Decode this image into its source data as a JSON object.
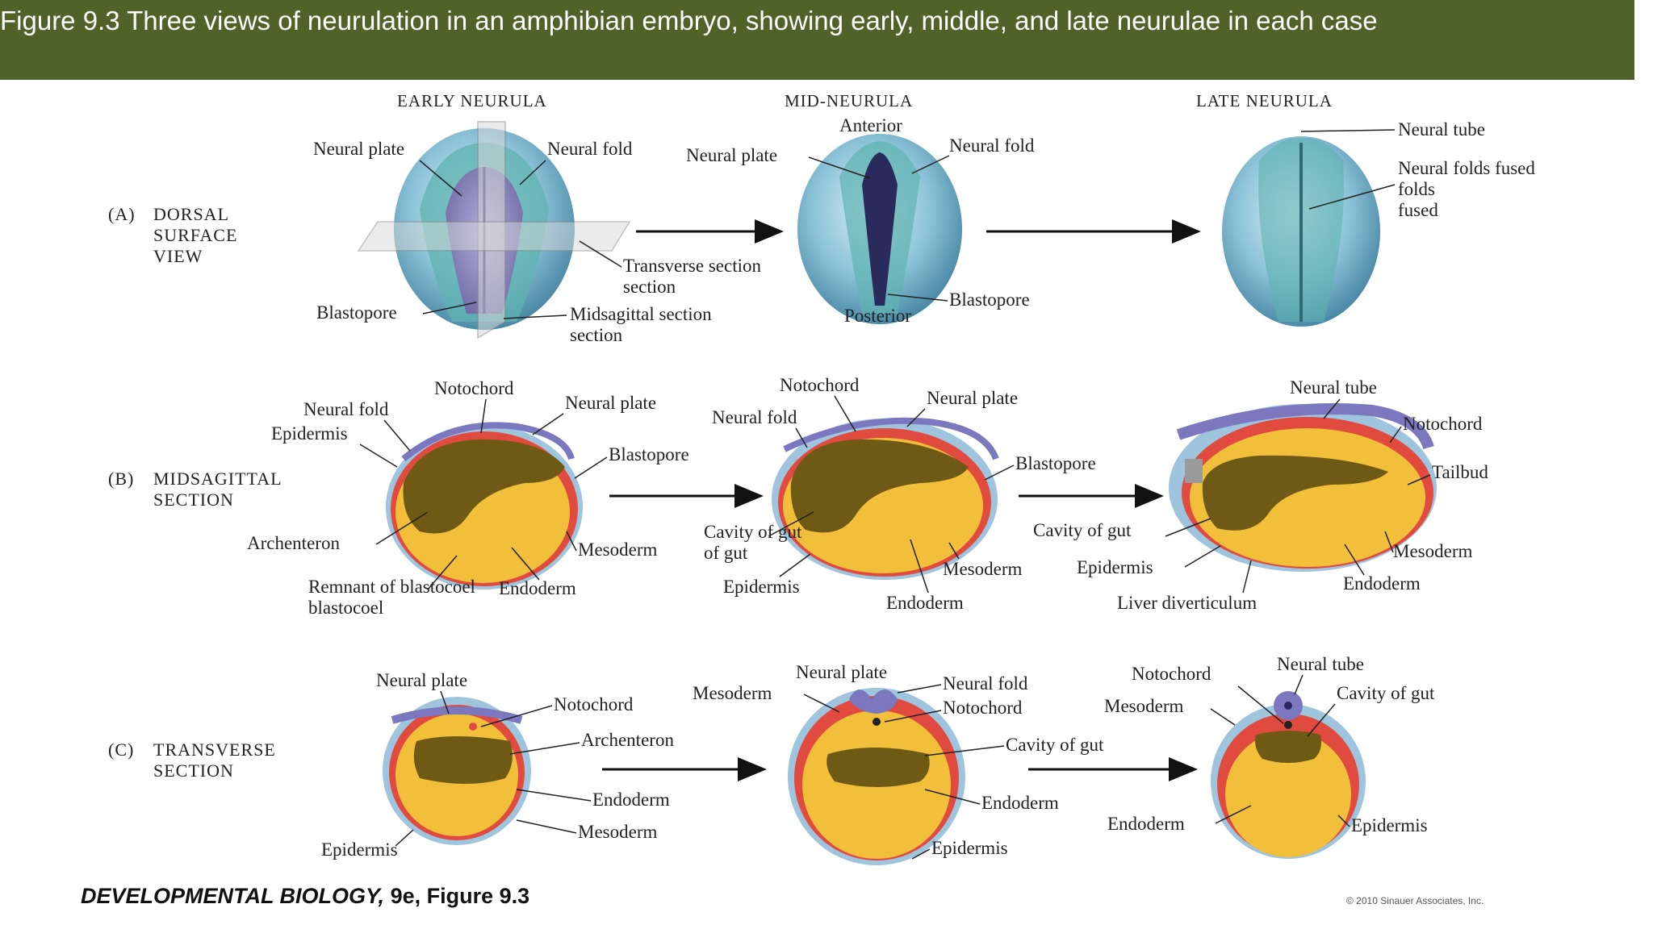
{
  "header": {
    "title": "Figure 9.3 Three views of neurulation in an amphibian embryo, showing early, middle, and late neurulae in each case"
  },
  "columns": [
    "EARLY NEURULA",
    "MID-NEURULA",
    "LATE NEURULA"
  ],
  "rows": {
    "a": {
      "letter": "(A)",
      "line1": "DORSAL",
      "line2": "SURFACE",
      "line3": "VIEW"
    },
    "b": {
      "letter": "(B)",
      "line1": "MIDSAGITTAL",
      "line2": "SECTION"
    },
    "c": {
      "letter": "(C)",
      "line1": "TRANSVERSE",
      "line2": "SECTION"
    }
  },
  "labels": {
    "neural_plate": "Neural plate",
    "neural_fold": "Neural fold",
    "transverse_section": "Transverse section",
    "blastopore": "Blastopore",
    "midsagittal_section": "Midsagittal section",
    "anterior": "Anterior",
    "posterior": "Posterior",
    "neural_tube": "Neural tube",
    "neural_folds_fused": "Neural folds fused",
    "notochord": "Notochord",
    "epidermis": "Epidermis",
    "archenteron": "Archenteron",
    "remnant_of_blastocoel": "Remnant of blastocoel",
    "endoderm": "Endoderm",
    "mesoderm": "Mesoderm",
    "cavity_of_gut": "Cavity of gut",
    "liver_diverticulum": "Liver diverticulum",
    "tailbud": "Tailbud"
  },
  "footer": {
    "book": "DEVELOPMENTAL BIOLOGY,",
    "edition": "9e, Figure 9.3",
    "copyright": "© 2010 Sinauer Associates, Inc."
  },
  "colors": {
    "header_bg": "#4f6228",
    "neural_plate": "#8a86b8",
    "embryo_blue": "#8cc3d8",
    "teal_fold": "#5fb3b0",
    "endoderm": "#f2bf3a",
    "cavity": "#6e5a14",
    "mesoderm": "#e14a3e",
    "epidermis": "#9fc4de",
    "notochord_neural": "#7b78bf"
  }
}
